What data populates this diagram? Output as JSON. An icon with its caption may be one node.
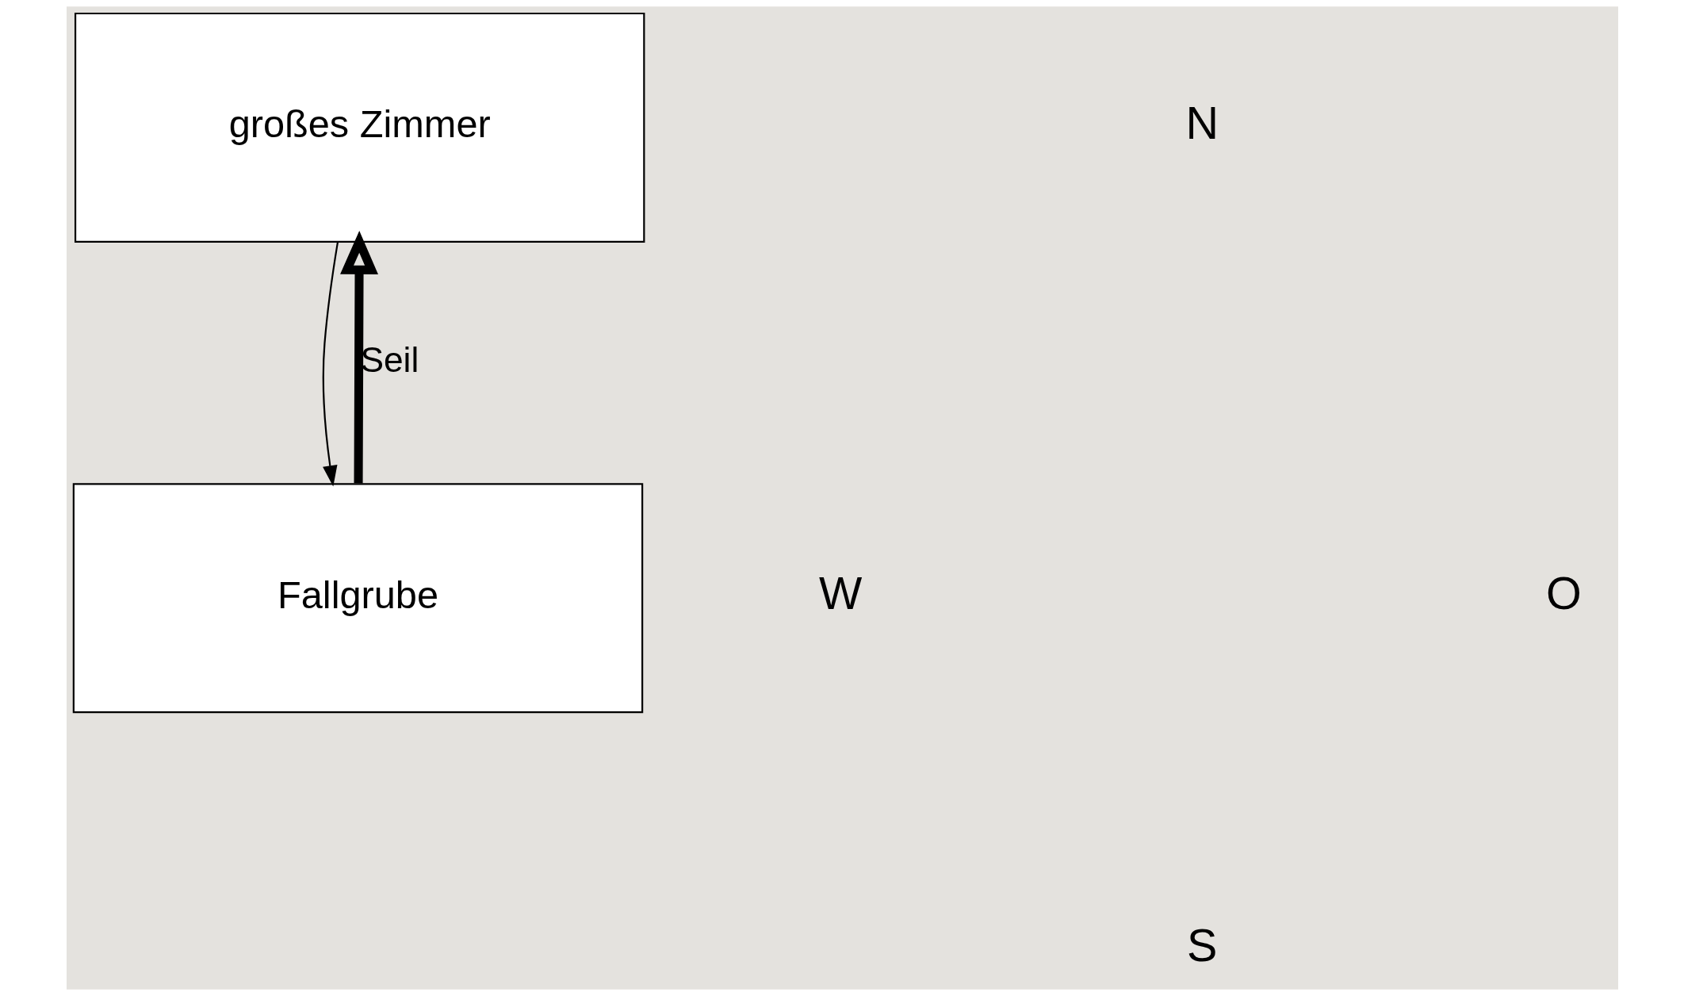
{
  "diagram": {
    "nodes": [
      {
        "text": [
          "großes Zimmer"
        ]
      },
      {
        "text": [
          "Fallgrube"
        ]
      }
    ],
    "edges": [
      {
        "from": 0,
        "to": 1,
        "arrow": "to"
      },
      {
        "from": 1,
        "to": 0,
        "arrow": "to",
        "label": "Seil",
        "style": "thick"
      }
    ],
    "labels": [
      "N",
      "W",
      "O",
      "S"
    ]
  }
}
